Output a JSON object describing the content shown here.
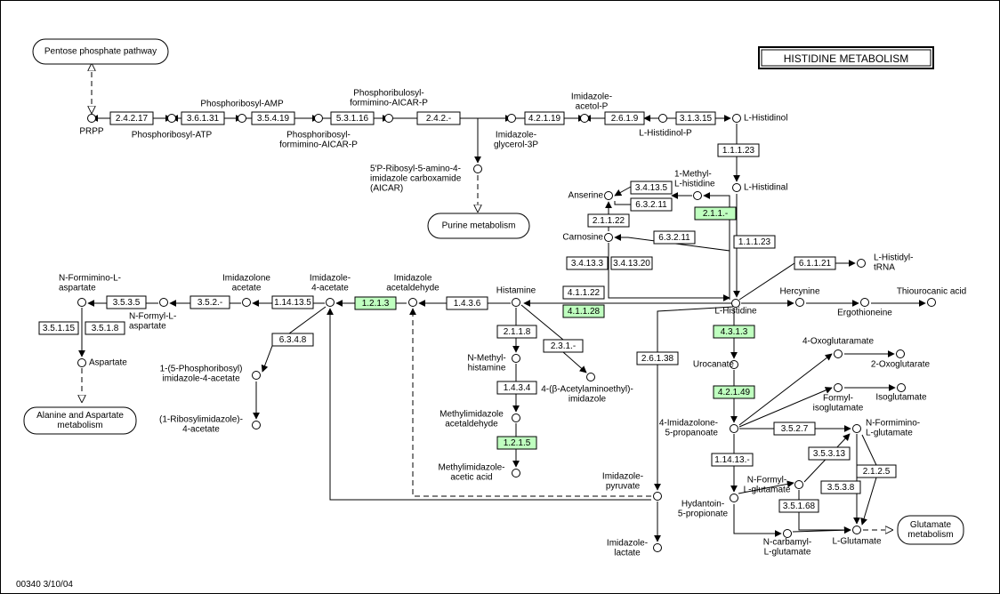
{
  "title": "HISTIDINE METABOLISM",
  "footer": "00340   3/10/04",
  "colors": {
    "highlight_enzyme": "#bfffbf"
  },
  "maps": [
    {
      "id": "ppp",
      "label": "Pentose phosphate pathway",
      "lines": [
        "Pentose phosphate pathway"
      ]
    },
    {
      "id": "purine",
      "label": "Purine metabolism",
      "lines": [
        "Purine metabolism"
      ]
    },
    {
      "id": "alanine",
      "label": "Alanine and Aspartate metabolism",
      "lines": [
        "Alanine and Aspartate",
        "metabolism"
      ]
    },
    {
      "id": "glutamate",
      "label": "Glutamate metabolism",
      "lines": [
        "Glutamate",
        "metabolism"
      ]
    }
  ],
  "enzymes": [
    {
      "id": "e1",
      "label": "2.4.2.17",
      "highlight": false
    },
    {
      "id": "e2",
      "label": "3.6.1.31",
      "highlight": false
    },
    {
      "id": "e3",
      "label": "3.5.4.19",
      "highlight": false
    },
    {
      "id": "e4",
      "label": "5.3.1.16",
      "highlight": false
    },
    {
      "id": "e5",
      "label": "2.4.2.-",
      "highlight": false
    },
    {
      "id": "e6",
      "label": "4.2.1.19",
      "highlight": false
    },
    {
      "id": "e7",
      "label": "2.6.1.9",
      "highlight": false
    },
    {
      "id": "e8",
      "label": "3.1.3.15",
      "highlight": false
    },
    {
      "id": "e9",
      "label": "1.1.1.23",
      "highlight": false
    },
    {
      "id": "e10",
      "label": "1.1.1.23",
      "highlight": false
    },
    {
      "id": "e11",
      "label": "3.4.13.5",
      "highlight": false
    },
    {
      "id": "e12",
      "label": "6.3.2.11",
      "highlight": false
    },
    {
      "id": "e13",
      "label": "2.1.1.-",
      "highlight": true
    },
    {
      "id": "e14",
      "label": "2.1.1.22",
      "highlight": false
    },
    {
      "id": "e15",
      "label": "6.3.2.11",
      "highlight": false
    },
    {
      "id": "e16",
      "label": "3.4.13.3",
      "highlight": false
    },
    {
      "id": "e17",
      "label": "3.4.13.20",
      "highlight": false
    },
    {
      "id": "e18",
      "label": "6.1.1.21",
      "highlight": false
    },
    {
      "id": "e19",
      "label": "4.1.1.22",
      "highlight": false
    },
    {
      "id": "e20",
      "label": "4.1.1.28",
      "highlight": true
    },
    {
      "id": "e21",
      "label": "1.4.3.6",
      "highlight": false
    },
    {
      "id": "e22",
      "label": "1.2.1.3",
      "highlight": true
    },
    {
      "id": "e23",
      "label": "1.14.13.5",
      "highlight": false
    },
    {
      "id": "e24",
      "label": "3.5.2.-",
      "highlight": false
    },
    {
      "id": "e25",
      "label": "3.5.3.5",
      "highlight": false
    },
    {
      "id": "e26",
      "label": "3.5.1.15",
      "highlight": false
    },
    {
      "id": "e27",
      "label": "3.5.1.8",
      "highlight": false
    },
    {
      "id": "e28",
      "label": "6.3.4.8",
      "highlight": false
    },
    {
      "id": "e29",
      "label": "2.1.1.8",
      "highlight": false
    },
    {
      "id": "e30",
      "label": "2.3.1.-",
      "highlight": false
    },
    {
      "id": "e31",
      "label": "1.4.3.4",
      "highlight": false
    },
    {
      "id": "e32",
      "label": "1.2.1.5",
      "highlight": true
    },
    {
      "id": "e33",
      "label": "2.6.1.38",
      "highlight": false
    },
    {
      "id": "e34",
      "label": "4.3.1.3",
      "highlight": true
    },
    {
      "id": "e35",
      "label": "4.2.1.49",
      "highlight": true
    },
    {
      "id": "e36",
      "label": "3.5.2.7",
      "highlight": false
    },
    {
      "id": "e37",
      "label": "1.14.13.-",
      "highlight": false
    },
    {
      "id": "e38",
      "label": "3.5.3.13",
      "highlight": false
    },
    {
      "id": "e39",
      "label": "2.1.2.5",
      "highlight": false
    },
    {
      "id": "e40",
      "label": "3.5.3.8",
      "highlight": false
    },
    {
      "id": "e41",
      "label": "3.5.1.68",
      "highlight": false
    }
  ],
  "compounds": [
    {
      "id": "prpp",
      "label": "PRPP",
      "lines": [
        "PRPP"
      ]
    },
    {
      "id": "pratp",
      "label": "Phosphoribosyl-ATP",
      "lines": [
        "Phosphoribosyl-ATP"
      ]
    },
    {
      "id": "pramp",
      "label": "Phosphoribosyl-AMP",
      "lines": [
        "Phosphoribosyl-AMP"
      ]
    },
    {
      "id": "prfar",
      "label": "Phosphoribosyl-formimino-AICAR-P",
      "lines": [
        "Phosphoribosyl-",
        "formimino-AICAR-P"
      ]
    },
    {
      "id": "prfar2",
      "label": "Phosphoribulosyl-formimino-AICAR-P",
      "lines": [
        "Phosphoribulosyl-",
        "formimino-AICAR-P"
      ]
    },
    {
      "id": "igp",
      "label": "Imidazole-glycerol-3P",
      "lines": [
        "Imidazole-",
        "glycerol-3P"
      ]
    },
    {
      "id": "iap",
      "label": "Imidazole-acetol-P",
      "lines": [
        "Imidazole-",
        "acetol-P"
      ]
    },
    {
      "id": "hisp",
      "label": "L-Histidinol-P",
      "lines": [
        "L-Histidinol-P"
      ]
    },
    {
      "id": "hisol",
      "label": "L-Histidinol",
      "lines": [
        "L-Histidinol"
      ]
    },
    {
      "id": "aicar",
      "label": "5'P-Ribosyl-5-amino-4-imidazole carboxamide (AICAR)",
      "lines": [
        "5'P-Ribosyl-5-amino-4-",
        "imidazole carboxamide",
        "(AICAR)"
      ]
    },
    {
      "id": "hisal",
      "label": "L-Histidinal",
      "lines": [
        "L-Histidinal"
      ]
    },
    {
      "id": "mhis",
      "label": "1-Methyl-L-histidine",
      "lines": [
        "1-Methyl-",
        "L-histidine"
      ]
    },
    {
      "id": "anserine",
      "label": "Anserine",
      "lines": [
        "Anserine"
      ]
    },
    {
      "id": "carnosine",
      "label": "Carnosine",
      "lines": [
        "Carnosine"
      ]
    },
    {
      "id": "trna",
      "label": "L-Histidyl-tRNA",
      "lines": [
        "L-Histidyl-",
        "tRNA"
      ]
    },
    {
      "id": "his",
      "label": "L-Histidine",
      "lines": [
        "L-Histidine"
      ]
    },
    {
      "id": "hercynine",
      "label": "Hercynine",
      "lines": [
        "Hercynine"
      ]
    },
    {
      "id": "ergo",
      "label": "Ergothioneine",
      "lines": [
        "Ergothioneine"
      ]
    },
    {
      "id": "thio",
      "label": "Thiourocanic acid",
      "lines": [
        "Thiourocanic acid"
      ]
    },
    {
      "id": "histamine",
      "label": "Histamine",
      "lines": [
        "Histamine"
      ]
    },
    {
      "id": "iacald",
      "label": "Imidazole acetaldehyde",
      "lines": [
        "Imidazole",
        "acetaldehyde"
      ]
    },
    {
      "id": "iaa",
      "label": "Imidazole-4-acetate",
      "lines": [
        "Imidazole-",
        "4-acetate"
      ]
    },
    {
      "id": "ioa",
      "label": "Imidazolone acetate",
      "lines": [
        "Imidazolone",
        "acetate"
      ]
    },
    {
      "id": "nfia",
      "label": "N-Formimino-L-aspartate",
      "lines": [
        "N-Formimino-L-",
        "aspartate"
      ]
    },
    {
      "id": "nfasp",
      "label": "N-Formyl-L-aspartate",
      "lines": [
        "N-Formyl-L-",
        "aspartate"
      ]
    },
    {
      "id": "asp",
      "label": "Aspartate",
      "lines": [
        "Aspartate"
      ]
    },
    {
      "id": "priaa",
      "label": "1-(5-Phosphoribosyl)imidazole-4-acetate",
      "lines": [
        "1-(5-Phosphoribosyl)",
        "imidazole-4-acetate"
      ]
    },
    {
      "id": "riaa",
      "label": "(1-Ribosylimidazole)-4-acetate",
      "lines": [
        "(1-Ribosylimidazole)-",
        "4-acetate"
      ]
    },
    {
      "id": "mhist",
      "label": "N-Methyl-histamine",
      "lines": [
        "N-Methyl-",
        "histamine"
      ]
    },
    {
      "id": "aah",
      "label": "4-(beta-Acetylaminoethyl)-imidazole",
      "lines": [
        "4-(β-Acetylaminoethyl)-",
        "imidazole"
      ]
    },
    {
      "id": "miald",
      "label": "Methylimidazole acetaldehyde",
      "lines": [
        "Methylimidazole",
        "acetaldehyde"
      ]
    },
    {
      "id": "miaa",
      "label": "Methylimidazole-acetic acid",
      "lines": [
        "Methylimidazole-",
        "acetic acid"
      ]
    },
    {
      "id": "ipyr",
      "label": "Imidazole-pyruvate",
      "lines": [
        "Imidazole-",
        "pyruvate"
      ]
    },
    {
      "id": "ilac",
      "label": "Imidazole-lactate",
      "lines": [
        "Imidazole-",
        "lactate"
      ]
    },
    {
      "id": "urocanate",
      "label": "Urocanate",
      "lines": [
        "Urocanate"
      ]
    },
    {
      "id": "iprop",
      "label": "4-Imidazolone-5-propanoate",
      "lines": [
        "4-Imidazolone-",
        "5-propanoate"
      ]
    },
    {
      "id": "oxog1",
      "label": "4-Oxoglutaramate",
      "lines": [
        "4-Oxoglutaramate"
      ]
    },
    {
      "id": "oxog2",
      "label": "2-Oxoglutarate",
      "lines": [
        "2-Oxoglutarate"
      ]
    },
    {
      "id": "fiso",
      "label": "Formyl-isoglutamate",
      "lines": [
        "Formyl-",
        "isoglutamate"
      ]
    },
    {
      "id": "iso",
      "label": "Isoglutamate",
      "lines": [
        "Isoglutamate"
      ]
    },
    {
      "id": "nfig",
      "label": "N-Formimino-L-glutamate",
      "lines": [
        "N-Formimino-",
        "L-glutamate"
      ]
    },
    {
      "id": "nfg",
      "label": "N-Formyl-L-glutamate",
      "lines": [
        "N-Formyl-",
        "L-glutamate"
      ]
    },
    {
      "id": "hyd",
      "label": "Hydantoin-5-propionate",
      "lines": [
        "Hydantoin-",
        "5-propionate"
      ]
    },
    {
      "id": "ncg",
      "label": "N-carbamyl-L-glutamate",
      "lines": [
        "N-carbamyl-",
        "L-glutamate"
      ]
    },
    {
      "id": "glu",
      "label": "L-Glutamate",
      "lines": [
        "L-Glutamate"
      ]
    }
  ]
}
